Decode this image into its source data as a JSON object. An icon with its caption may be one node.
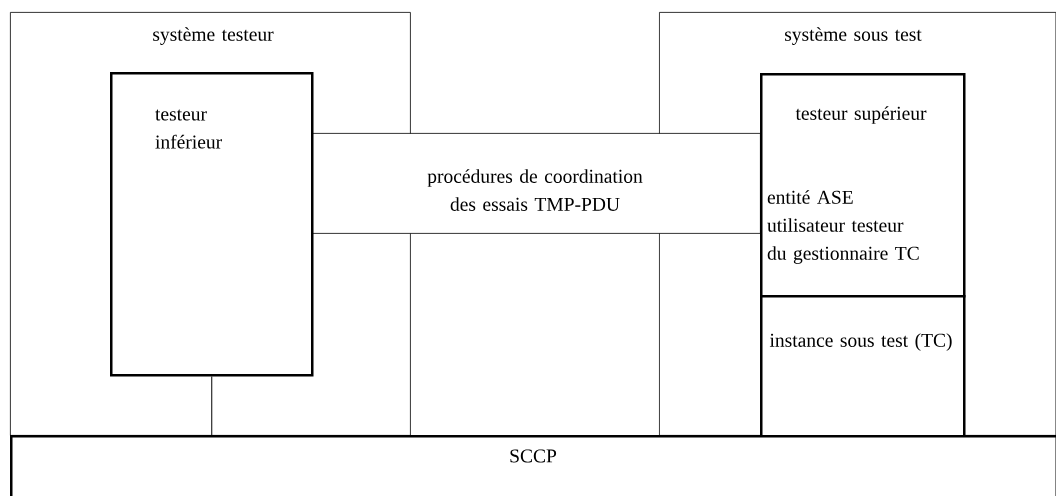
{
  "diagram": {
    "nodes": [
      {
        "text": [
          "système testeur"
        ]
      },
      {
        "text": [
          "testeur inférieur"
        ],
        "in": 0
      },
      {
        "text": [
          "système sous test"
        ]
      },
      {
        "text": [
          "procédures de coordination des essais TMP-PDU"
        ]
      },
      {
        "text": [
          "testeur supérieur",
          "entité ASE utilisateur testeur du gestionnaire TC"
        ],
        "in": 2
      },
      {
        "text": [
          "instance sous test (TC)"
        ],
        "in": 2
      },
      {
        "text": [
          "SCCP"
        ]
      }
    ],
    "edges": [
      {
        "from": 1,
        "to": 6,
        "arrow": "none"
      }
    ]
  }
}
